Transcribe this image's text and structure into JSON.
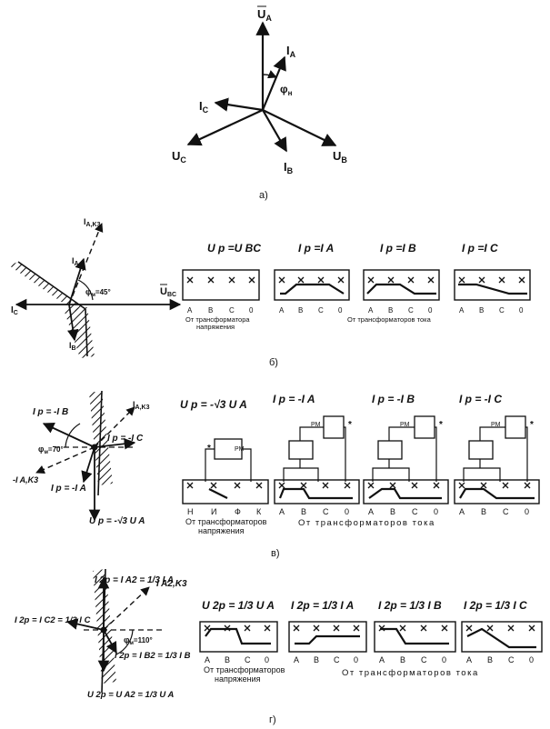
{
  "panel_a": {
    "caption": "а)",
    "ua": "U",
    "ua_sub": "A",
    "ia": "I",
    "ia_sub": "A",
    "ic": "I",
    "ic_sub": "C",
    "uc": "U",
    "uc_sub": "C",
    "ib": "I",
    "ib_sub": "B",
    "ub": "U",
    "ub_sub": "B",
    "phi": "φ",
    "phi_sub": "н"
  },
  "panel_b": {
    "caption": "б)",
    "vector_labels": {
      "iak3": "I",
      "iak3_sub": "A,K3",
      "ia": "I",
      "ia_sub": "A",
      "ic": "I",
      "ic_sub": "C",
      "ubc": "U",
      "ubc_sub": "BC",
      "ib": "I",
      "ib_sub": "B",
      "phi": "φ",
      "phi_sub": "м",
      "phi_val": "=45°"
    },
    "formulas": [
      "U p =U BC",
      "I p =I A",
      "I p =I B",
      "I p =I C"
    ],
    "terminals_1": [
      "A",
      "B",
      "C",
      "0"
    ],
    "terminals_2": [
      "A",
      "B",
      "C",
      "0"
    ],
    "terminals_3": [
      "A",
      "B",
      "C",
      "0"
    ],
    "terminals_4": [
      "A",
      "B",
      "C",
      "0"
    ],
    "source_voltage": [
      "От трансформатора",
      "напряжения"
    ],
    "source_current": "От трансформаторов тока"
  },
  "panel_v": {
    "caption": "в)",
    "vector_labels": {
      "ip_ib": "I p = -I B",
      "iak3": "I",
      "iak3_sub": "A,K3",
      "phi": "φ",
      "phi_sub": "м",
      "phi_val": "=70°",
      "ip_ic": "I p = -I C",
      "neg_iak3": "-I A,K3",
      "ip_ia": "I p = -I A",
      "up": "U p = -√3 U A"
    },
    "formulas": [
      "U p = -√3 U A",
      "I p = -I A",
      "I p = -I B",
      "I p = -I C"
    ],
    "relay": "РМ",
    "star": "*",
    "terminals_1": [
      "Н",
      "И",
      "Ф",
      "К"
    ],
    "terminals_2": [
      "A",
      "B",
      "C",
      "0"
    ],
    "terminals_3": [
      "A",
      "B",
      "C",
      "0"
    ],
    "terminals_4": [
      "A",
      "B",
      "C",
      "0"
    ],
    "source_voltage": [
      "От трансформаторов",
      "напряжения"
    ],
    "source_current": "От трансформаторов тока"
  },
  "panel_g": {
    "caption": "г)",
    "vector_labels": {
      "i2p_a": "I 2p = I A2 = 1/3 I A",
      "ia2k3": "I A2,K3",
      "i2p_c": "I 2p = I C2 = 1/3 I C",
      "phi": "φ",
      "phi_sub": "м",
      "phi_val": "=110°",
      "i2p_b": "I 2p = I B2 = 1/3 I B",
      "u2p": "U 2p = U A2 = 1/3 U A"
    },
    "formulas": [
      "U 2p = 1/3 U A",
      "I 2p = 1/3 I A",
      "I 2p = 1/3 I B",
      "I 2p = 1/3 I C"
    ],
    "terminals_1": [
      "A",
      "B",
      "C",
      "0"
    ],
    "terminals_2": [
      "A",
      "B",
      "C",
      "0"
    ],
    "terminals_3": [
      "A",
      "B",
      "C",
      "0"
    ],
    "terminals_4": [
      "A",
      "B",
      "C",
      "0"
    ],
    "source_voltage": [
      "От трансформаторов",
      "напряжения"
    ],
    "source_current": "От трансформаторов тока"
  }
}
